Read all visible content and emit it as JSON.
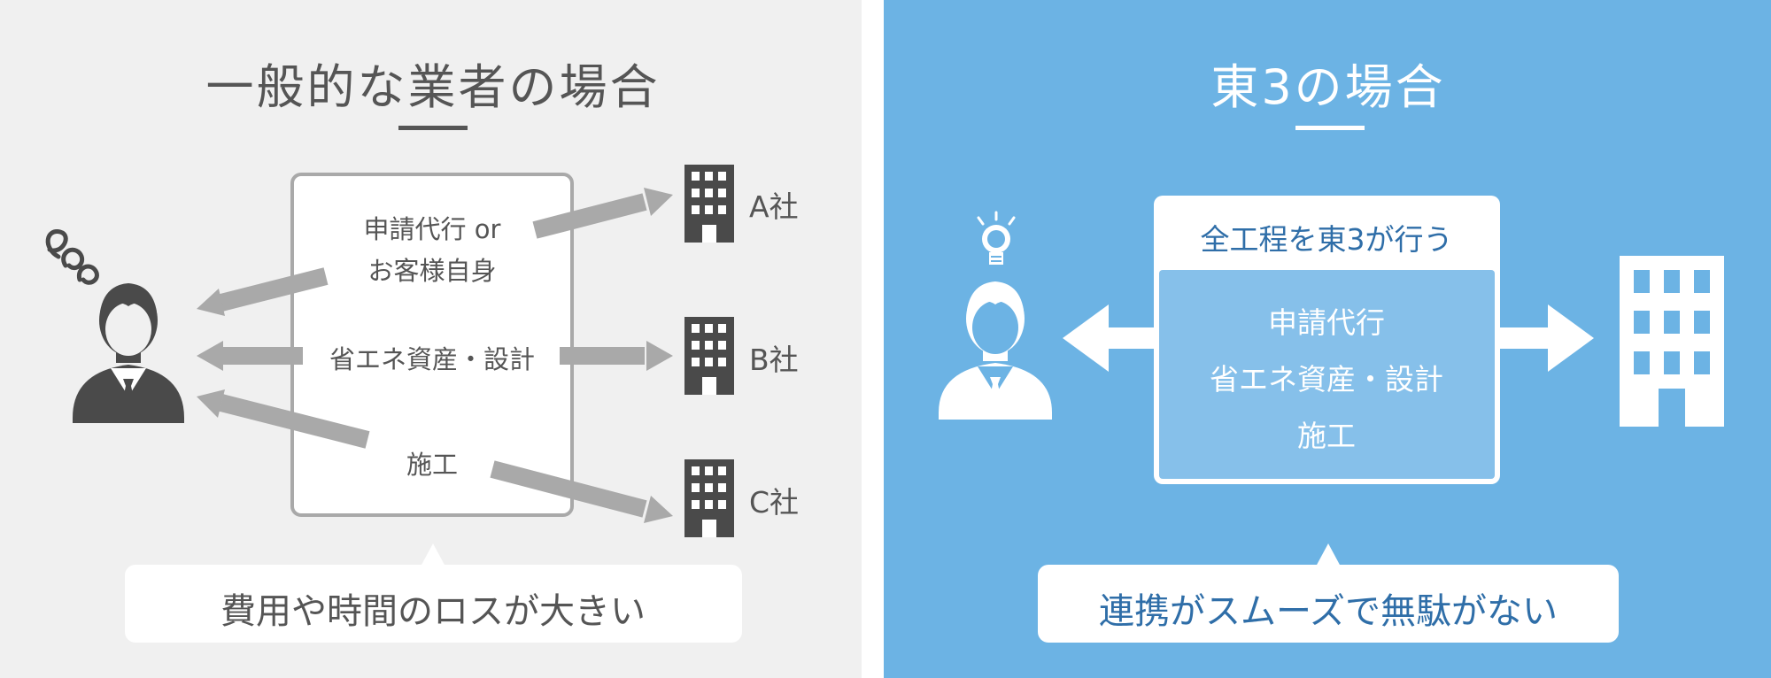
{
  "colors": {
    "left_bg": "#f0f0f0",
    "right_bg": "#6cb3e4",
    "left_text": "#555555",
    "arrow_gray": "#a9a9a9",
    "icon_dark": "#4a4a4a",
    "right_box_fill": "#86c0ea",
    "callout_text_blue": "#2f6ea8",
    "white": "#ffffff"
  },
  "left": {
    "title": "一般的な業者の場合",
    "box": {
      "item1_line1": "申請代行 or",
      "item1_line2": "お客様自身",
      "item2": "省エネ資産・設計",
      "item3": "施工"
    },
    "companies": [
      "A社",
      "B社",
      "C社"
    ],
    "callout": "費用や時間のロスが大きい"
  },
  "right": {
    "title": "東3の場合",
    "box": {
      "header": "全工程を東3が行う",
      "items": [
        "申請代行",
        "省エネ資産・設計",
        "施工"
      ]
    },
    "callout": "連携がスムーズで無駄がない"
  }
}
